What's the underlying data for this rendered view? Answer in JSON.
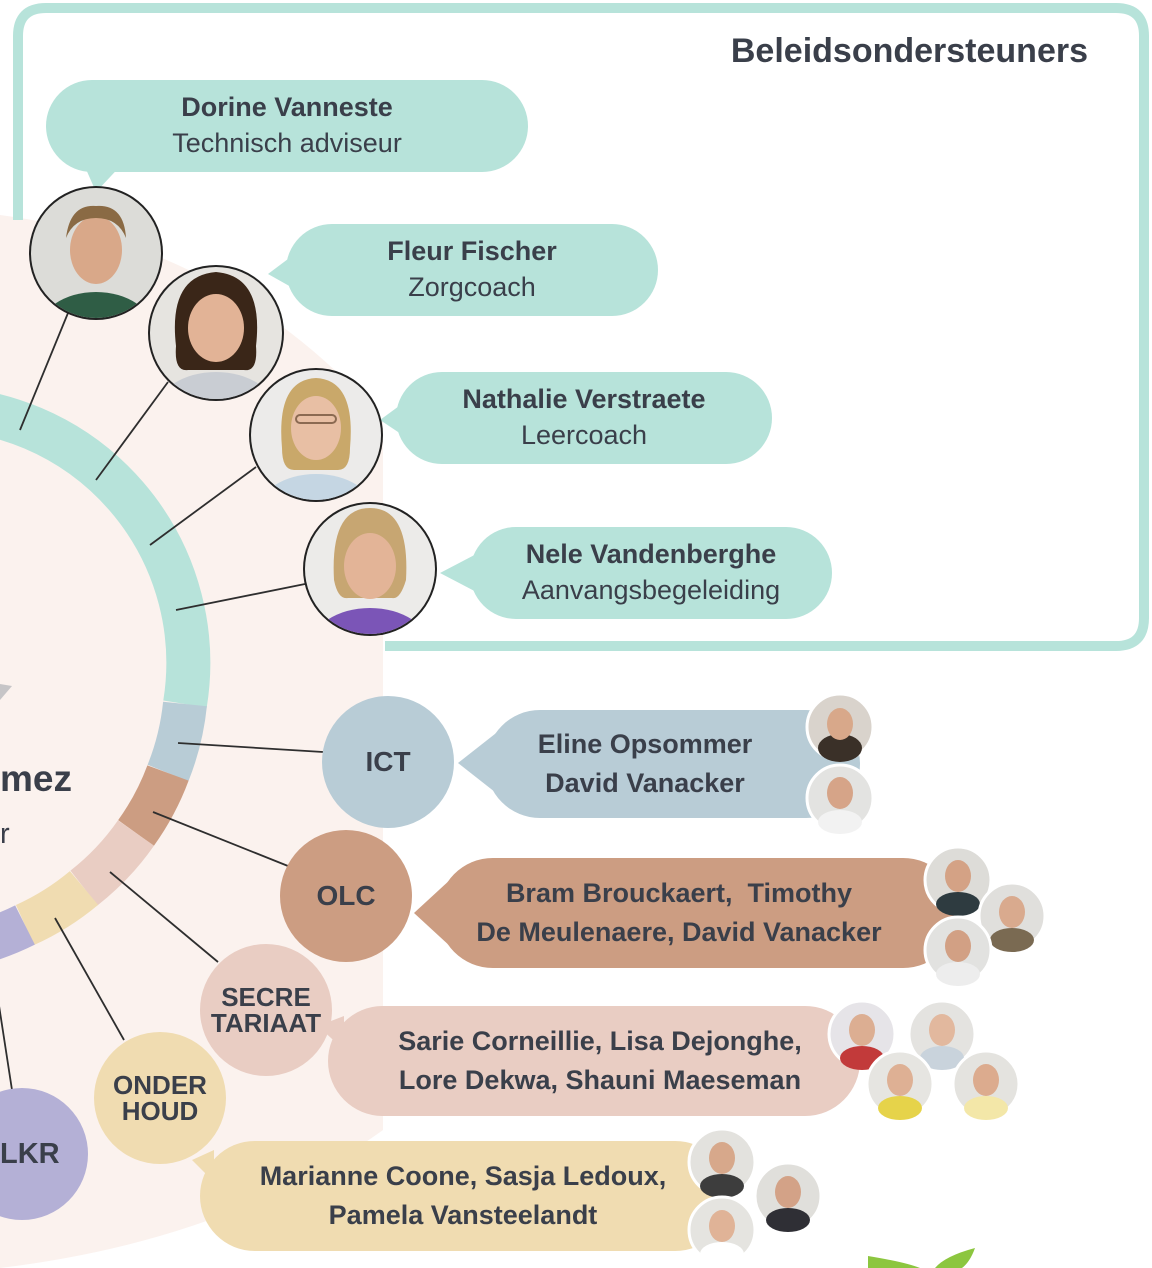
{
  "group_title": "Beleidsondersteuners",
  "center_partial_name": "mez",
  "center_partial_role": "r",
  "lkr_label": "LKR",
  "colors": {
    "teal": "#b7e3da",
    "ict": "#b8ccd6",
    "olc": "#cc9d82",
    "secretariaat": "#e9cdc3",
    "onderhoud": "#f0dcb1",
    "lkr": "#b4b0d6",
    "background_blush": "#fbf2ee",
    "text": "#3a3f4a",
    "leaf": "#8cc63f"
  },
  "policy_supporters": [
    {
      "name": "Dorine Vanneste",
      "role": "Technisch adviseur",
      "photo": "portrait-photo"
    },
    {
      "name": "Fleur Fischer",
      "role": "Zorgcoach",
      "photo": "portrait-photo"
    },
    {
      "name": "Nathalie Verstraete",
      "role": "Leercoach",
      "photo": "portrait-photo"
    },
    {
      "name": "Nele Vandenberghe",
      "role": "Aanvangsbegeleiding",
      "photo": "portrait-photo"
    }
  ],
  "departments": [
    {
      "label": "ICT",
      "lines": [
        "Eline Opsommer",
        "David Vanacker"
      ]
    },
    {
      "label": "OLC",
      "lines": [
        "Bram Brouckaert,  Timothy",
        "De Meulenaere, David Vanacker"
      ]
    },
    {
      "label": "SECRE\nTARIAAT",
      "lines": [
        "Sarie Corneillie, Lisa Dejonghe,",
        "Lore Dekwa, Shauni Maeseman"
      ]
    },
    {
      "label": "ONDER\nHOUD",
      "lines": [
        "Marianne Coone, Sasja Ledoux,",
        "Pamela Vansteelandt"
      ]
    }
  ]
}
